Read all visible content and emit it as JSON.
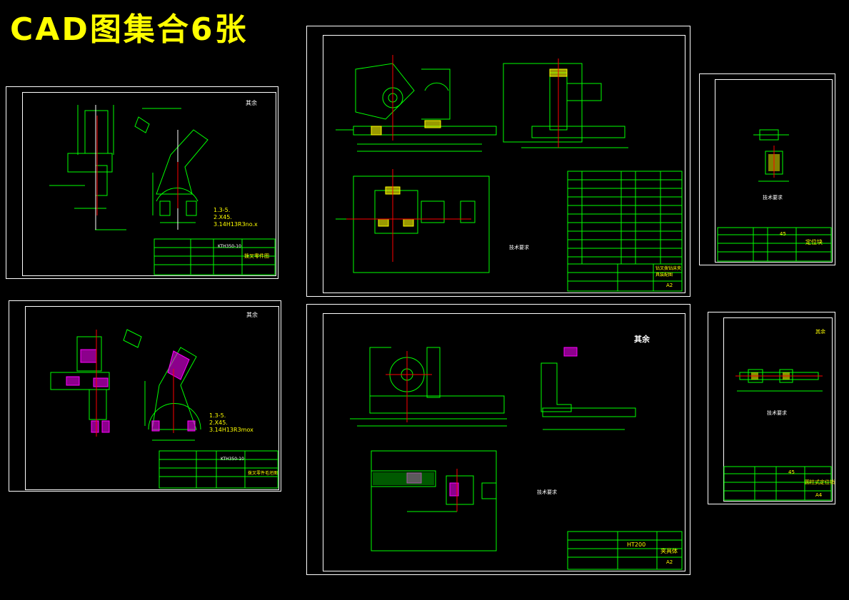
{
  "title": "CAD图集合6张",
  "colors": {
    "bg": "#000000",
    "title": "#ffff00",
    "line": "#00ff00",
    "frame": "#ffffff",
    "hatch": "#ff00ff",
    "text": "#ffffff"
  },
  "sheets": {
    "s1": {
      "roughness": "其余",
      "model": "KTH350-10",
      "part": "拨叉零件图",
      "notes": [
        "1.",
        "2.",
        "3.14H13"
      ],
      "rough_extra": "3-5.",
      "chamfer": "X45.",
      "fillet": "R3no.x"
    },
    "s2": {
      "roughness": "其余",
      "model": "KTH350-10",
      "part": "拨叉零件毛坯图",
      "notes": [
        "1.",
        "2.",
        "3.14H13"
      ],
      "rough_extra": "3-5.",
      "chamfer": "X45.",
      "fillet": "R3mox"
    },
    "s3": {
      "tech_title": "技术要求",
      "part": "钻叉拨钻床夹具装配图",
      "size": "A2"
    },
    "s4": {
      "tech_title": "技术要求",
      "material": "45",
      "part": "定位块"
    },
    "s5": {
      "roughness": "其余",
      "tech_title": "技术要求",
      "material": "HT200",
      "part": "夹具体",
      "size": "A2"
    },
    "s6": {
      "roughness": "其余",
      "tech_title": "技术要求",
      "material": "45",
      "part": "圆柱式定位销",
      "size": "A4"
    }
  }
}
